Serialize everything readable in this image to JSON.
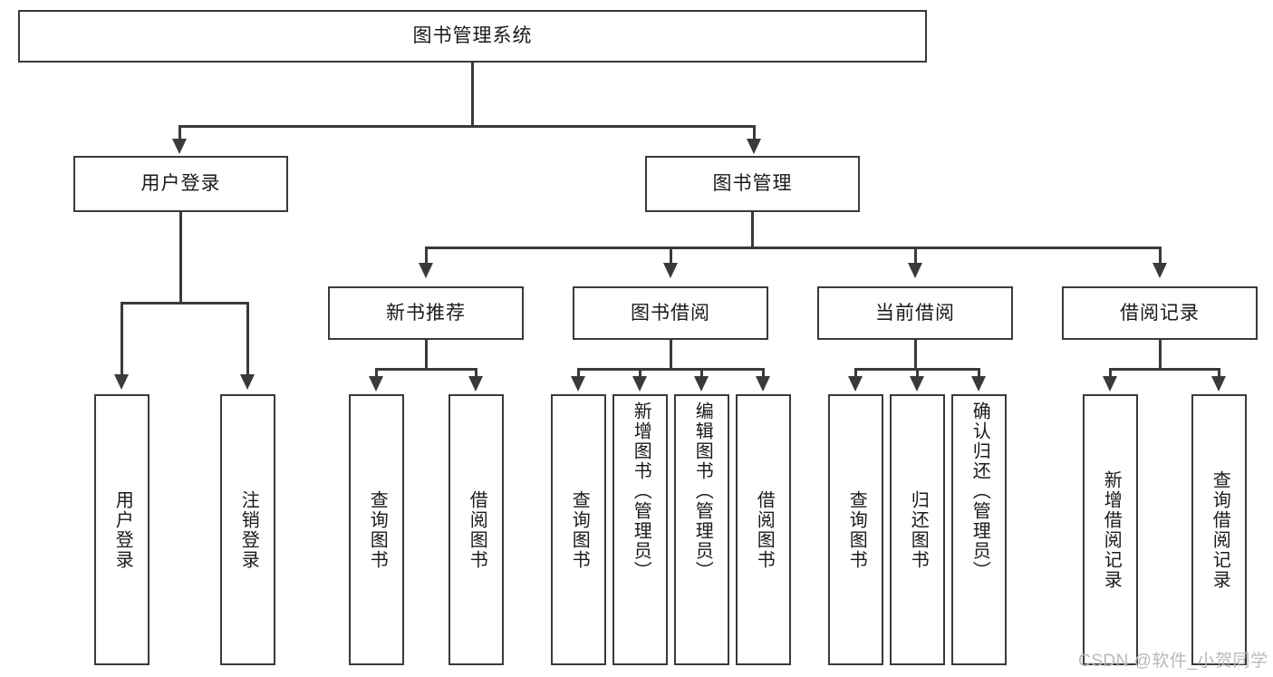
{
  "diagram": {
    "type": "tree-hierarchy-chart",
    "title": "图书管理系统",
    "orientation": "top-down",
    "colors": {
      "box_border": "#3a3a3a",
      "box_fill": "#ffffff",
      "connector": "#3a3a3a",
      "text": "#1a1a1a",
      "watermark": "#b9b9b9",
      "background": "#ffffff"
    }
  },
  "root": {
    "label": "图书管理系统"
  },
  "level2": [
    {
      "label": "用户登录"
    },
    {
      "label": "图书管理"
    }
  ],
  "level3": [
    {
      "label": "新书推荐"
    },
    {
      "label": "图书借阅"
    },
    {
      "label": "当前借阅"
    },
    {
      "label": "借阅记录"
    }
  ],
  "leaves": {
    "user_login": [
      {
        "label": "用户登录"
      },
      {
        "label": "注销登录"
      }
    ],
    "new_book_recommend": [
      {
        "label": "查询图书"
      },
      {
        "label": "借阅图书"
      }
    ],
    "book_borrow": [
      {
        "label": "查询图书"
      },
      {
        "label": "新增图书（管理员）"
      },
      {
        "label": "编辑图书（管理员）"
      },
      {
        "label": "借阅图书"
      }
    ],
    "current_borrow": [
      {
        "label": "查询图书"
      },
      {
        "label": "归还图书"
      },
      {
        "label": "确认归还（管理员）"
      }
    ],
    "borrow_record": [
      {
        "label": "新增借阅记录"
      },
      {
        "label": "查询借阅记录"
      }
    ]
  },
  "watermark": {
    "text": "CSDN @软件_小贺同学"
  }
}
